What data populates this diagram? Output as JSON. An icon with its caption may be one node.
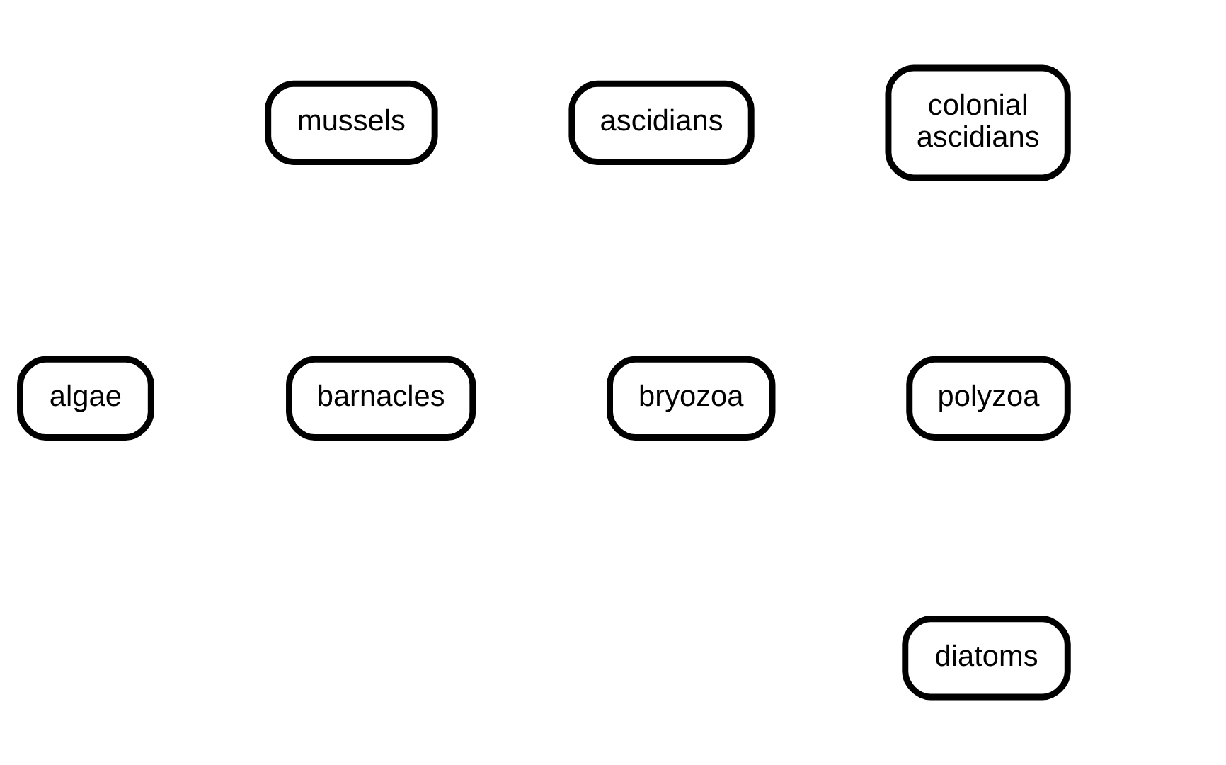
{
  "diagram": {
    "nodes": [
      {
        "text": [
          "mussels"
        ]
      },
      {
        "text": [
          "ascidians"
        ]
      },
      {
        "text": [
          "colonial ascidians"
        ]
      },
      {
        "text": [
          "algae"
        ]
      },
      {
        "text": [
          "barnacles"
        ]
      },
      {
        "text": [
          "bryozoa"
        ]
      },
      {
        "text": [
          "polyzoa"
        ]
      },
      {
        "text": [
          "diatoms"
        ]
      }
    ]
  }
}
